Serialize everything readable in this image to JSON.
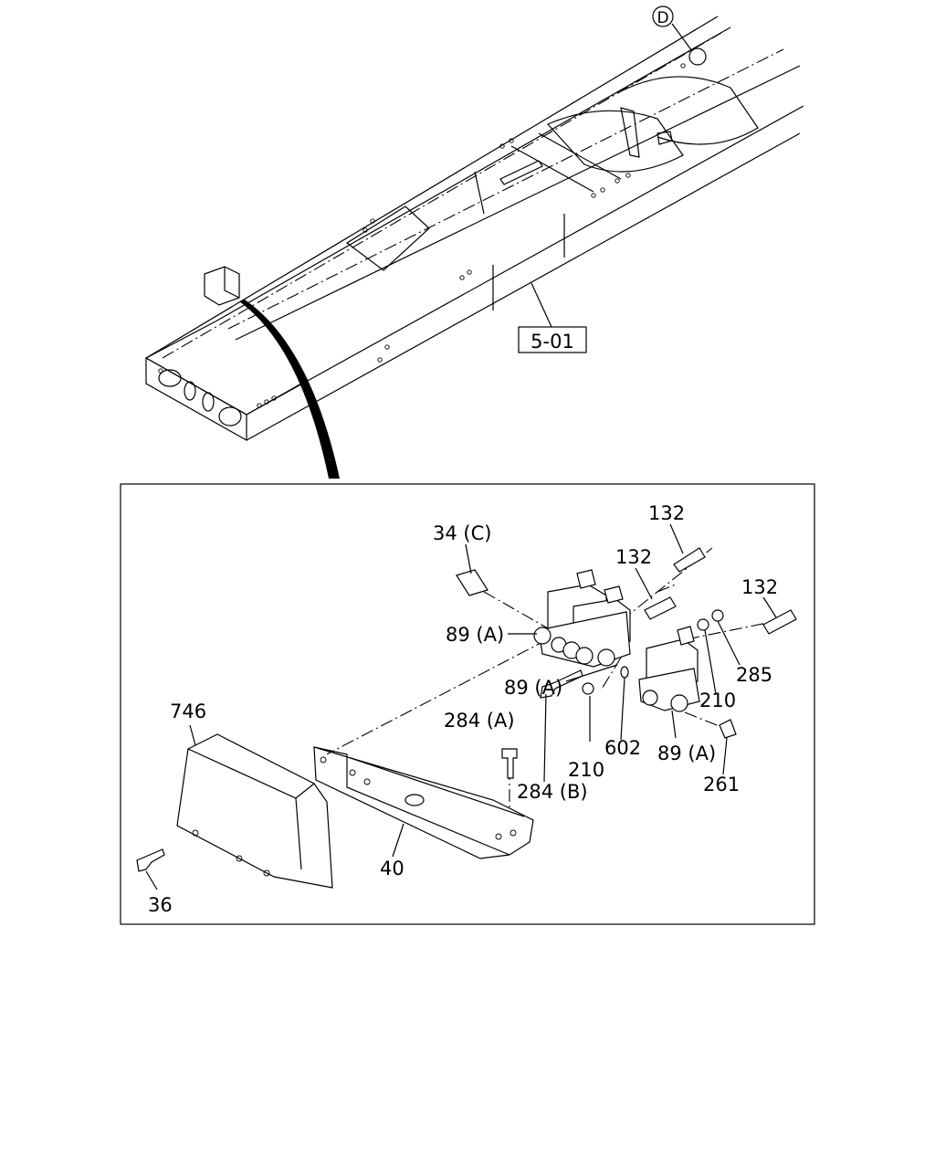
{
  "diagram": {
    "frame_ref": "5-01",
    "circle_ref": "D",
    "labels": {
      "fitting_34c": "34 (C)",
      "fitting_132_a": "132",
      "fitting_132_b": "132",
      "fitting_132_c": "132",
      "valve_89a_upper": "89 (A)",
      "valve_89a_mid": "89 (A)",
      "valve_89a_lower": "89 (A)",
      "washer_285": "285",
      "washer_210_right": "210",
      "washer_210_center": "210",
      "oring_602": "602",
      "plug_261": "261",
      "bolt_284a": "284 (A)",
      "bolt_284b": "284 (B)",
      "cover_746": "746",
      "bracket_40": "40",
      "bolt_36": "36"
    }
  }
}
